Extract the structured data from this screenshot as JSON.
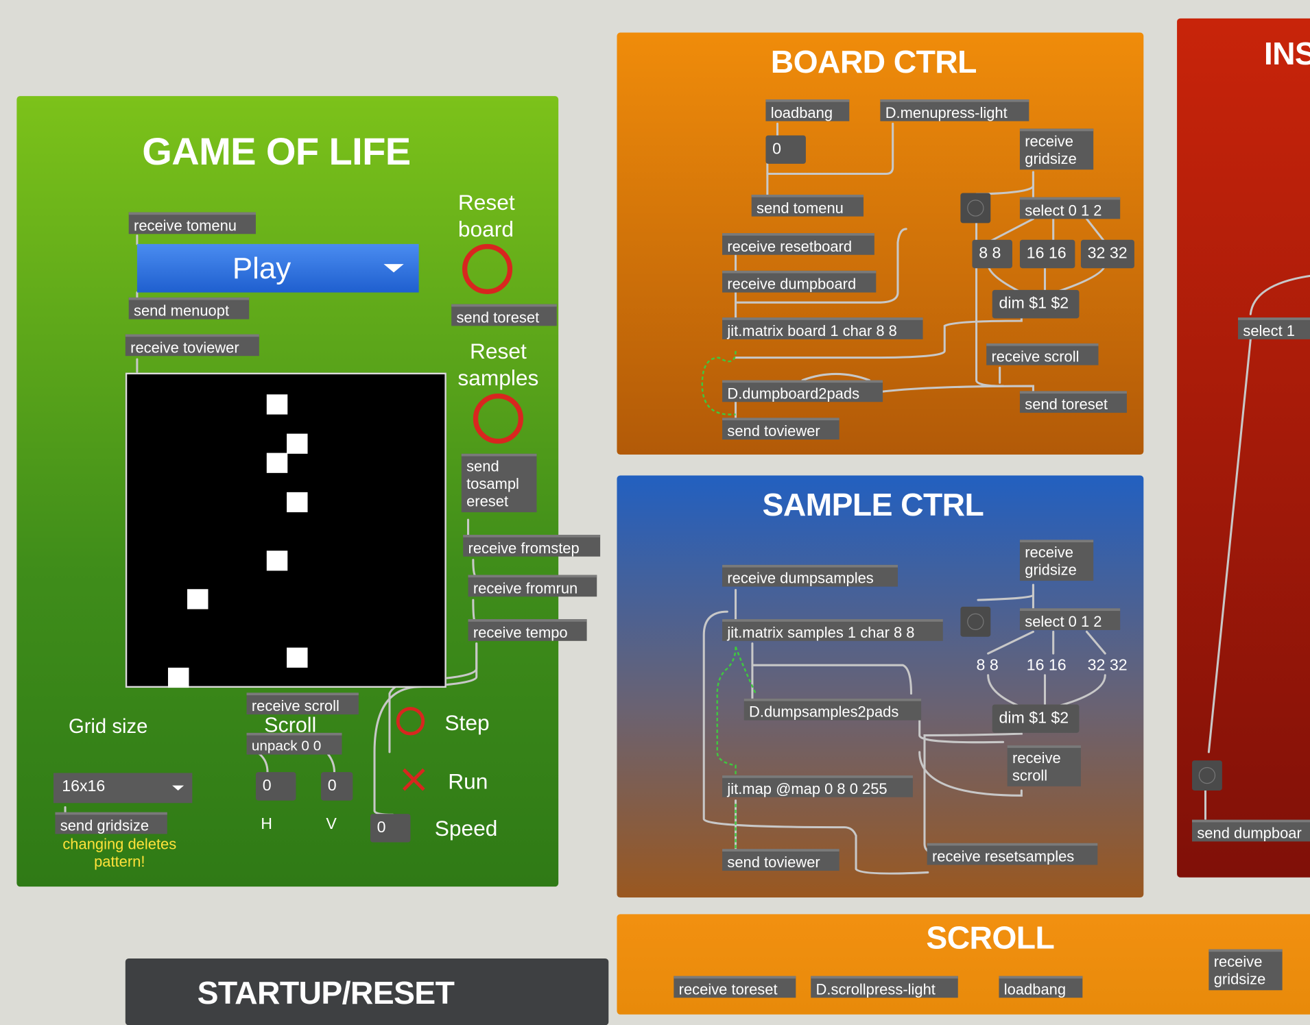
{
  "colors": {
    "board_panel": "#e07a0a",
    "sample_panel": "#2f64b8",
    "game_panel": "#5aa61a",
    "inst_panel": "#b81a08",
    "scroll_panel": "#e88a0a",
    "startup_panel": "#3a3a3a",
    "menu_blue": "#2d6fe0",
    "ring_red": "#d8261f",
    "warning_yellow": "#ffe23a"
  },
  "game": {
    "title": "GAME OF LIFE",
    "receive_tomenu": "receive tomenu",
    "menu_value": "Play",
    "send_menuopt": "send menuopt",
    "receive_toviewer": "receive toviewer",
    "reset_board": "Reset board",
    "send_toreset": "send toreset",
    "reset_samples": "Reset samples",
    "send_tosamplereset": "send tosampl ereset",
    "receive_fromstep": "receive fromstep",
    "receive_fromrun": "receive fromrun",
    "receive_tempo": "receive tempo",
    "grid_size_label": "Grid size",
    "grid_menu_value": "16x16",
    "send_gridsize": "send gridsize",
    "warning": "changing deletes pattern!",
    "receive_scroll": "receive scroll",
    "scroll_label": "Scroll",
    "unpack": "unpack 0 0",
    "h_value": "0",
    "v_value": "0",
    "h_label": "H",
    "v_label": "V",
    "step_label": "Step",
    "run_label": "Run",
    "speed_value": "0",
    "speed_label": "Speed",
    "live_cells": [
      [
        7,
        1
      ],
      [
        8,
        3
      ],
      [
        7,
        4
      ],
      [
        8,
        6
      ],
      [
        7,
        9
      ],
      [
        3,
        11
      ],
      [
        8,
        14
      ],
      [
        2,
        15
      ]
    ]
  },
  "board": {
    "title": "BOARD CTRL",
    "loadbang": "loadbang",
    "menupress": "D.menupress-light",
    "zero": "0",
    "receive_gridsize": "receive gridsize",
    "send_tomenu": "send tomenu",
    "select": "select 0 1 2",
    "receive_resetboard": "receive resetboard",
    "m88": "8 8",
    "m1616": "16 16",
    "m3232": "32 32",
    "receive_dumpboard": "receive dumpboard",
    "dim": "dim $1 $2",
    "jit_matrix": "jit.matrix board 1 char 8 8",
    "receive_scroll": "receive scroll",
    "dumpboard2pads": "D.dumpboard2pads",
    "send_toreset": "send toreset",
    "send_toviewer": "send toviewer"
  },
  "sample": {
    "title": "SAMPLE CTRL",
    "receive_gridsize": "receive gridsize",
    "receive_dumpsamples": "receive dumpsamples",
    "select": "select 0 1 2",
    "jit_matrix": "jit.matrix samples 1 char 8 8",
    "m88": "8 8",
    "m1616": "16 16",
    "m3232": "32 32",
    "dumpsamples2pads": "D.dumpsamples2pads",
    "dim": "dim $1 $2",
    "receive_scroll": "receive scroll",
    "jit_map": "jit.map @map 0 8 0 255",
    "send_toviewer": "send toviewer",
    "receive_resetsamples": "receive resetsamples"
  },
  "inst": {
    "title": "INS",
    "select": "select 1",
    "send_dumpboard": "send dumpboar"
  },
  "scroll": {
    "title": "SCROLL",
    "receive_toreset": "receive toreset",
    "scrollpress": "D.scrollpress-light",
    "loadbang": "loadbang",
    "receive_gridsize": "receive gridsize"
  },
  "startup": {
    "title": "STARTUP/RESET"
  }
}
